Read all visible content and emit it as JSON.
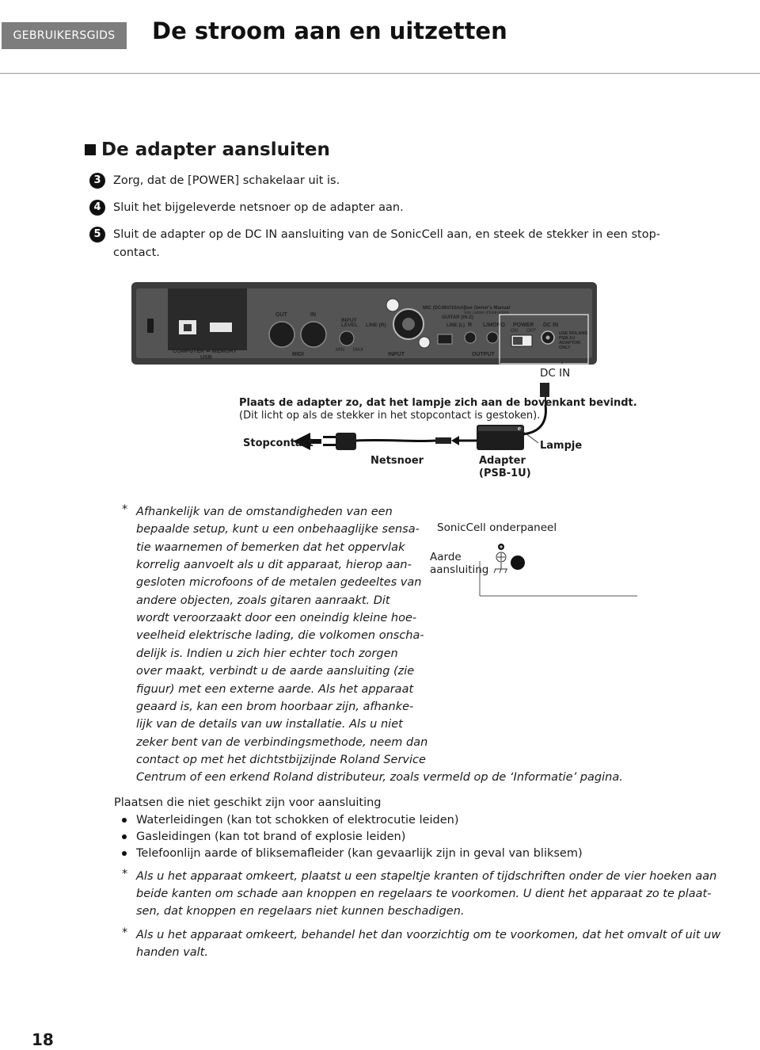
{
  "header": {
    "guide_label": "GEBRUIKERSGIDS",
    "page_title": "De stroom aan en uitzetten"
  },
  "section": {
    "title": "De adapter aansluiten",
    "steps": [
      {
        "num": "3",
        "lines": [
          "Zorg, dat de [POWER] schakelaar uit is."
        ]
      },
      {
        "num": "4",
        "lines": [
          "Sluit het bijgeleverde netsnoer op de adapter aan."
        ]
      },
      {
        "num": "5",
        "lines": [
          "Sluit de adapter op de DC IN aansluiting van de SonicCell aan, en steek de stekker in een stop-",
          "contact."
        ]
      }
    ]
  },
  "diagram": {
    "panel_labels": {
      "computer_memory": "COMPUTER ⇐ MEMORY",
      "usb": "USB",
      "out": "OUT",
      "in": "IN",
      "midi": "MIDI",
      "input_level": "INPUT",
      "level": "LEVEL",
      "min": "MIN",
      "max": "MAX",
      "line_r": "LINE (R)",
      "input": "INPUT",
      "mic": "MIC (DC48V/10mA)",
      "owners_manual": "See Owner's Manual",
      "voir": "Voir cahier d'instruction",
      "guitar": "GUITAR (Hi-Z)",
      "line_l": "LINE (L)",
      "r": "R",
      "l_mono": "L/MONO",
      "output": "OUTPUT",
      "power": "POWER",
      "on": "ON",
      "off": "OFF",
      "dc_in_panel": "DC IN",
      "use_roland": "USE ROLAND",
      "psb": "PSB-1U",
      "adaptor": "ADAPTOR",
      "only": "ONLY"
    },
    "dc_in_label": "DC IN",
    "caption_bold": "Plaats de adapter zo, dat het lampje zich aan de bovenkant bevindt.",
    "caption_normal": "(Dit licht op als de stekker in het stopcontact is gestoken).",
    "stopcontact": "Stopcontact",
    "netsnoer": "Netsnoer",
    "adapter": "Adapter",
    "adapter_model": "(PSB-1U)",
    "lampje": "Lampje"
  },
  "ground_figure": {
    "title": "SonicCell onderpaneel",
    "label_line1": "Aarde",
    "label_line2": "aansluiting"
  },
  "note1": {
    "star": "*",
    "lines": [
      "Afhankelijk van de omstandigheden van een",
      "bepaalde setup, kunt u een onbehaaglijke sensa-",
      "tie waarnemen of bemerken dat het oppervlak",
      "korrelig aanvoelt als u dit apparaat, hierop aan-",
      "gesloten microfoons of de metalen gedeeltes van",
      "andere objecten, zoals gitaren aanraakt. Dit",
      "wordt veroorzaakt door een oneindig kleine hoe-",
      "veelheid elektrische lading, die volkomen onscha-",
      "delijk is. Indien u zich hier echter toch zorgen",
      "over maakt, verbindt u de aarde aansluiting (zie",
      "figuur) met een externe aarde. Als het apparaat",
      "geaard is, kan een brom hoorbaar zijn, afhanke-",
      "lijk van de details van uw installatie. Als u niet",
      "zeker bent van de verbindingsmethode, neem dan",
      "contact op met het dichtstbijzijnde Roland Service",
      "Centrum of een erkend Roland distributeur, zoals vermeld op de ‘Informatie’ pagina."
    ]
  },
  "unsuitable": {
    "intro": "Plaatsen die niet geschikt zijn voor aansluiting",
    "items": [
      "Waterleidingen (kan tot schokken of elektrocutie leiden)",
      "Gasleidingen (kan tot brand of explosie leiden)",
      "Telefoonlijn aarde of bliksemafleider (kan gevaarlijk zijn in geval van bliksem)"
    ]
  },
  "note2": {
    "star": "*",
    "lines": [
      "Als u het apparaat omkeert, plaatst u een stapeltje kranten of tijdschriften onder de vier hoeken aan",
      "beide kanten om schade aan knoppen en regelaars te voorkomen. U dient het apparaat zo te plaat-",
      "sen, dat knoppen en regelaars niet kunnen beschadigen."
    ]
  },
  "note3": {
    "star": "*",
    "lines": [
      "Als u het apparaat omkeert, behandel het dan voorzichtig om te voorkomen, dat het omvalt of uit uw",
      "handen valt."
    ]
  },
  "page_number": "18"
}
